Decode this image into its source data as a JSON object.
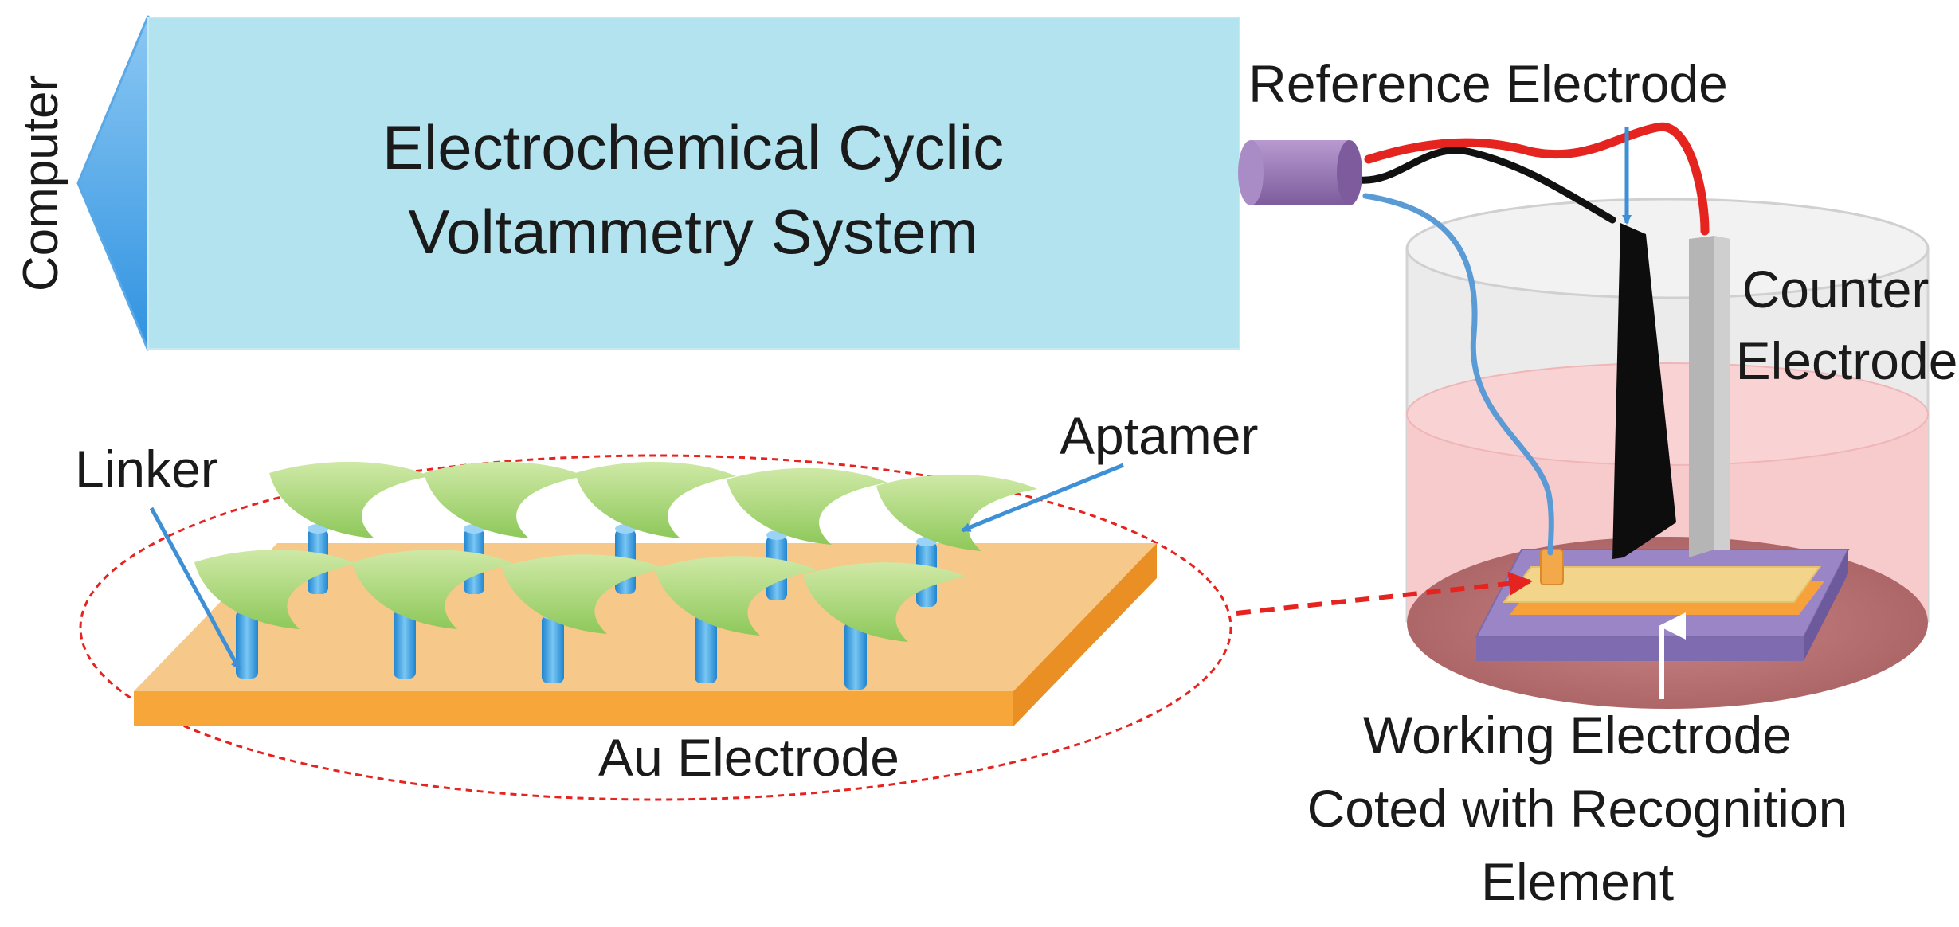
{
  "computer_label": "Computer",
  "system_box": {
    "line1": "Electrochemical Cyclic",
    "line2": "Voltammetry System"
  },
  "labels": {
    "reference_electrode": "Reference Electrode",
    "counter_electrode_line1": "Counter",
    "counter_electrode_line2": "Electrode",
    "working_electrode_line1": "Working Electrode",
    "working_electrode_line2": "Coted with Recognition",
    "working_electrode_line3": "Element",
    "linker": "Linker",
    "aptamer": "Aptamer",
    "au_electrode": "Au Electrode"
  },
  "colors": {
    "system_box": "#b3e3ee",
    "arrow_blue": "#4aa7ea",
    "plate_top": "#f6c88a",
    "plate_front": "#f7a63a",
    "aptamer_green": "#a6d36b",
    "linker_blue": "#3aa6e6",
    "wire_red": "#e5231f",
    "wire_black": "#111111",
    "wire_blue": "#5b9bd5",
    "connector_purple": "#9b77b7",
    "liquid_pink": "#f6c4c6",
    "dashed_red": "#e5231f"
  },
  "icons": {
    "computer_arrow": "left-arrow-icon",
    "connector": "plug-icon"
  }
}
